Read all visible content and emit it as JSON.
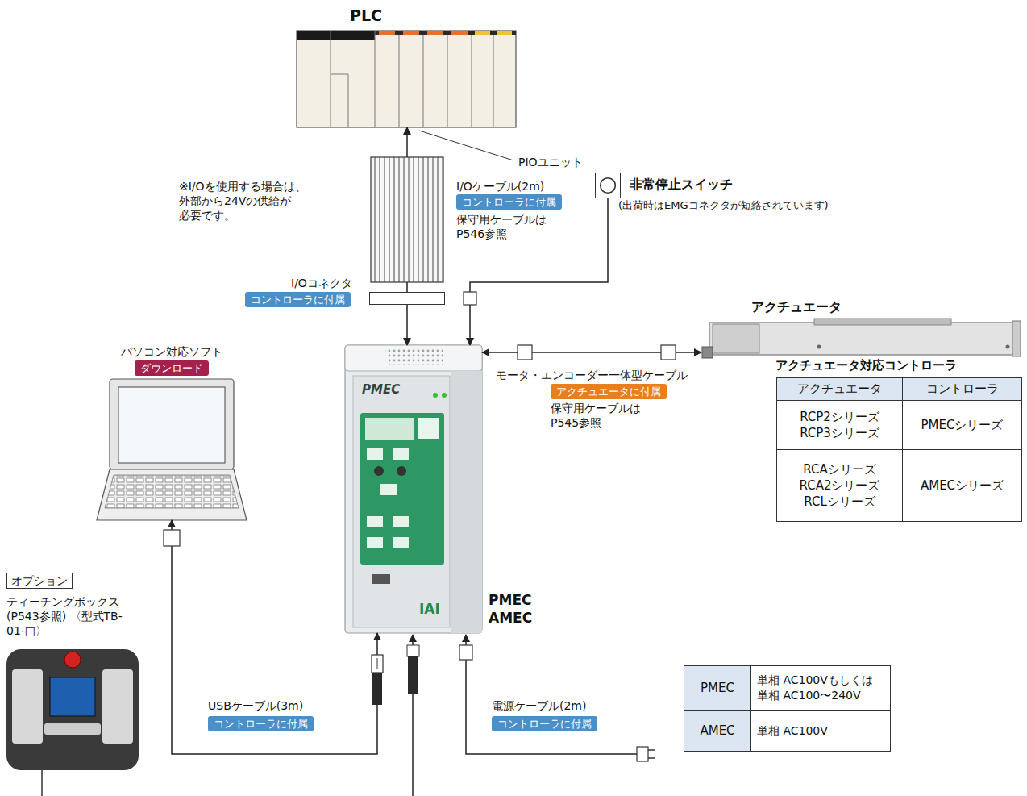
{
  "diagram": {
    "nodes": [
      {
        "text": [
          "PLC"
        ]
      },
      {
        "text": [
          "I/Oコネクタ",
          "コントローラに付属"
        ]
      },
      {
        "text": [
          "非常停止スイッチ",
          "(出荷時はEMGコネクタが短絡されています)"
        ]
      },
      {
        "text": [
          "PMEC AMEC"
        ]
      },
      {
        "text": [
          "アクチュエータ"
        ]
      },
      {
        "text": [
          "パソコン対応ソフト",
          "ダウンロード"
        ]
      },
      {
        "text": [
          "オプション",
          "ティーチングボックス (P543参照) 〈型式TB-01-□〉"
        ]
      }
    ],
    "edges": [
      {
        "from": 1,
        "to": 0,
        "arrow": "to"
      },
      {
        "from": 1,
        "to": 3,
        "arrow": "to"
      },
      {
        "from": 2,
        "to": 3,
        "arrow": "to"
      },
      {
        "from": 3,
        "to": 4,
        "arrow": "both"
      },
      {
        "from": 3,
        "to": 5,
        "arrow": "both"
      }
    ],
    "labels": [
      "PIOユニット",
      "※I/Oを使用する場合は、 外部から24Vの供給が 必要です。",
      "I/Oケーブル(2m)",
      "コントローラに付属",
      "保守用ケーブルは P546参照",
      "モータ・エンコーダー一体型ケーブル",
      "アクチュエータに付属",
      "保守用ケーブルは P545参照",
      "アクチュエータ対応コントローラ",
      "アクチュエータ",
      "コントローラ",
      "RCP2シリーズ RCP3シリーズ",
      "PMECシリーズ",
      "RCAシリーズ RCA2シリーズ RCLシリーズ",
      "AMECシリーズ",
      "USBケーブル(3m)",
      "コントローラに付属",
      "電源ケーブル(2m)",
      "コントローラに付属",
      "PMEC",
      "単相 AC100Vもしくは 単相 AC100〜240V",
      "AMEC",
      "単相 AC100V",
      "PMEC",
      "IAI"
    ]
  }
}
